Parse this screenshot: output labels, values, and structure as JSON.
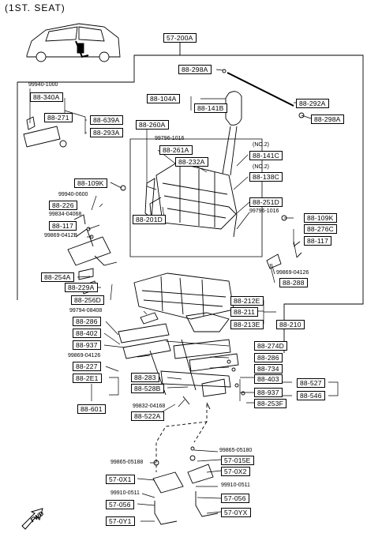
{
  "title": "(1ST. SEAT)",
  "callouts": {
    "c57_200A": "57-200A",
    "c88_298A_top": "88-298A",
    "c88_340A": "88-340A",
    "c88_271": "88-271",
    "c88_639A": "88-639A",
    "c88_293A": "88-293A",
    "c88_104A": "88-104A",
    "c88_141B": "88-141B",
    "c88_292A": "88-292A",
    "c88_298A_right": "88-298A",
    "c88_260A": "88-260A",
    "c88_261A": "88-261A",
    "c88_232A": "88-232A",
    "c88_141C": "88-141C",
    "c88_138C": "88-138C",
    "c88_251D": "88-251D",
    "c88_201D": "88-201D",
    "c88_109K_left": "88-109K",
    "c88_226": "88-226",
    "c88_117_left": "88-117",
    "c88_109K_right": "88-109K",
    "c88_276C": "88-276C",
    "c88_117_right": "88-117",
    "c88_254A": "88-254A",
    "c88_229A": "88-229A",
    "c88_256D": "88-256D",
    "c88_288": "88-288",
    "c88_212E": "88-212E",
    "c88_211": "88-211",
    "c88_213E": "88-213E",
    "c88_210": "88-210",
    "c88_286_left": "88-286",
    "c88_402": "88-402",
    "c88_937_left": "88-937",
    "c88_227": "88-227",
    "c88_2E1": "88-2E1",
    "c88_274D": "88-274D",
    "c88_286_right": "88-286",
    "c88_734": "88-734",
    "c88_403": "88-403",
    "c88_937_right": "88-937",
    "c88_253F": "88-253F",
    "c88_527": "88-527",
    "c88_546": "88-546",
    "c88_283": "88-283",
    "c88_528B": "88-528B",
    "c88_522A": "88-522A",
    "c88_601": "88-601",
    "c57_0X1": "57-0X1",
    "c57_056_left": "57-056",
    "c57_0Y1": "57-0Y1",
    "c57_015E": "57-015E",
    "c57_0X2": "57-0X2",
    "c57_056_right": "57-056",
    "c57_0YX": "57-0YX"
  },
  "part_numbers": {
    "p99940_1000": "99940-1000",
    "p99796_1016_top": "99796-1016",
    "p_no2_a": "(NO.2)",
    "p_no2_b": "(NO.2)",
    "p99940_0600": "99940-0600",
    "p99834_04068": "99834-04068",
    "p99869_0412B": "99869-0412B",
    "p99796_1016_right": "99796-1016",
    "p99869_04126_right": "99869-04126",
    "p99794_08408": "99794-08408",
    "p99869_04126_left": "99869-04126",
    "p99832_04168": "99832-04168",
    "p99865_05188": "99865-05188",
    "p99910_0511_left": "99910-0511",
    "p99865_05180": "99865-05180",
    "p99910_0511_right": "99910-0511"
  },
  "direction_label": "FWD"
}
